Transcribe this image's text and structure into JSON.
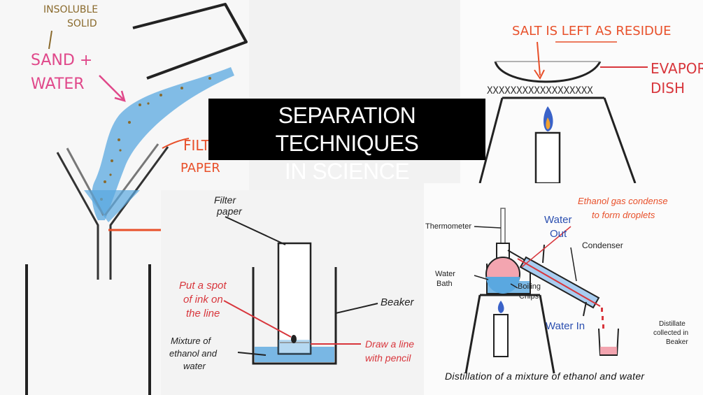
{
  "title": {
    "line1": "SEPARATION TECHNIQUES",
    "line2": "IN SCIENCE"
  },
  "filtration": {
    "insoluble": "INSOLUBLE",
    "solid": "SOLID",
    "sand": "SAND +",
    "water": "WATER",
    "filter": "FILTER",
    "paper": "PAPER"
  },
  "chromatography": {
    "filter_paper_1": "Filter",
    "filter_paper_2": "paper",
    "spot_1": "Put a spot",
    "spot_2": "of ink on",
    "spot_3": "the line",
    "beaker": "Beaker",
    "mixture_1": "Mixture of",
    "mixture_2": "ethanol and",
    "mixture_3": "water",
    "draw_1": "Draw a line",
    "draw_2": "with pencil"
  },
  "evaporation": {
    "residue_pre": "SALT IS LEFT AS ",
    "residue_word": "RESIDUE",
    "dish_1": "EVAPORATING",
    "dish_2": "DISH"
  },
  "distillation": {
    "thermometer": "Thermometer",
    "water_out_1": "Water",
    "water_out_2": "Out",
    "ethanol_1": "Ethanol gas condense",
    "ethanol_2": "to form droplets",
    "condenser": "Condenser",
    "water_bath_1": "Water",
    "water_bath_2": "Bath",
    "boiling_1": "Boiling",
    "boiling_2": "Chips",
    "water_in": "Water In",
    "distillate_1": "Distillate",
    "distillate_2": "collected in",
    "distillate_3": "Beaker",
    "caption": "Distillation of a mixture of ethanol and water"
  },
  "colors": {
    "pink": "#e0488a",
    "brown": "#8a6a2c",
    "orange": "#e8502a",
    "red": "#d8363c",
    "blue": "#2b4fb0",
    "water": "#5aa8e0"
  }
}
